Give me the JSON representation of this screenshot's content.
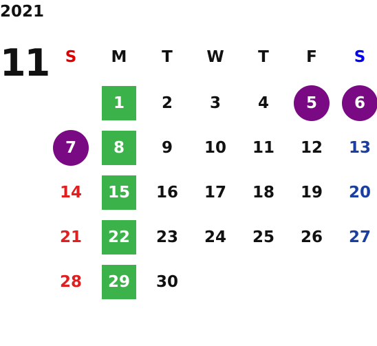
{
  "calendar": {
    "year": "2021",
    "month": "11",
    "weekdays": [
      "S",
      "M",
      "T",
      "W",
      "T",
      "F",
      "S"
    ],
    "weeks": [
      [
        "",
        "1",
        "2",
        "3",
        "4",
        "5",
        "6"
      ],
      [
        "7",
        "8",
        "9",
        "10",
        "11",
        "12",
        "13"
      ],
      [
        "14",
        "15",
        "16",
        "17",
        "18",
        "19",
        "20"
      ],
      [
        "21",
        "22",
        "23",
        "24",
        "25",
        "26",
        "27"
      ],
      [
        "28",
        "29",
        "30",
        "",
        "",
        "",
        ""
      ]
    ],
    "green_square_days": [
      "1",
      "8",
      "15",
      "22",
      "29"
    ],
    "purple_circle_days": [
      "5",
      "6",
      "7"
    ],
    "colors": {
      "sunday": "#e02020",
      "saturday": "#1b3fa0",
      "weekday": "#111111",
      "green_square": "#3bb34a",
      "purple_circle": "#7a0a84"
    }
  }
}
